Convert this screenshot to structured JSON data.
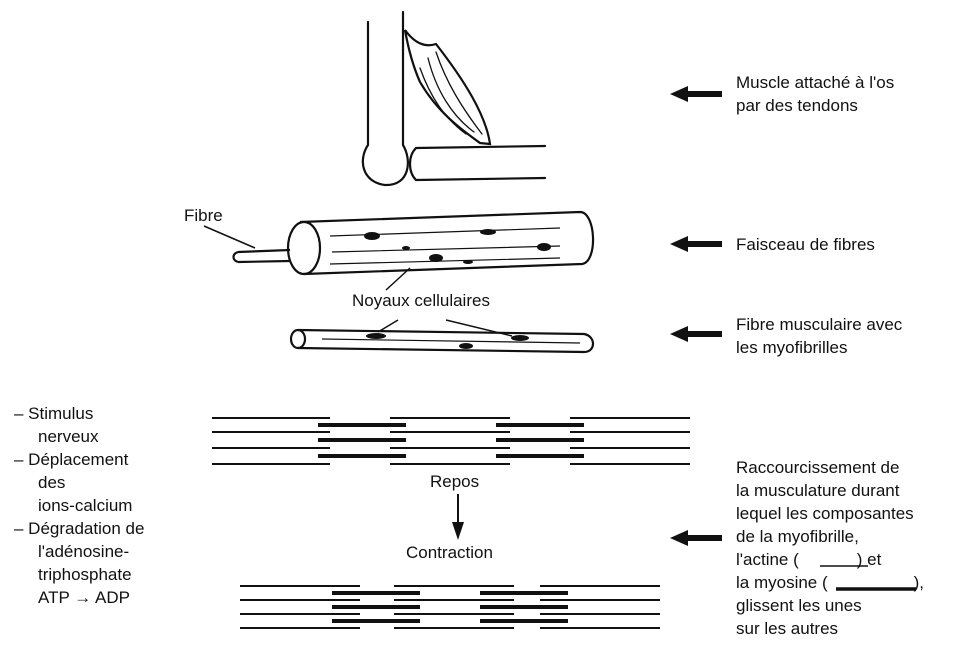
{
  "labels": {
    "muscle": [
      "Muscle attaché à l'os",
      "par des tendons"
    ],
    "faisceau": "Faisceau de fibres",
    "fibre_musc": [
      "Fibre musculaire avec",
      "les myofibrilles"
    ],
    "fibre": "Fibre",
    "noyaux": "Noyaux cellulaires",
    "repos": "Repos",
    "contraction": "Contraction",
    "raccourcissement": [
      "Raccourcissement de",
      "la musculature durant",
      "lequel les composantes",
      "de la myofibrille,",
      "l'actine (",
      ") et",
      "la myosine (",
      "),",
      "glissent les unes",
      "sur les autres"
    ]
  },
  "left_list": [
    "– Stimulus",
    "nerveux",
    "– Déplacement",
    "des",
    "ions-calcium",
    "– Dégradation de",
    "l'adénosine-",
    "triphosphate",
    "ATP → ADP"
  ],
  "colors": {
    "ink": "#111111"
  }
}
